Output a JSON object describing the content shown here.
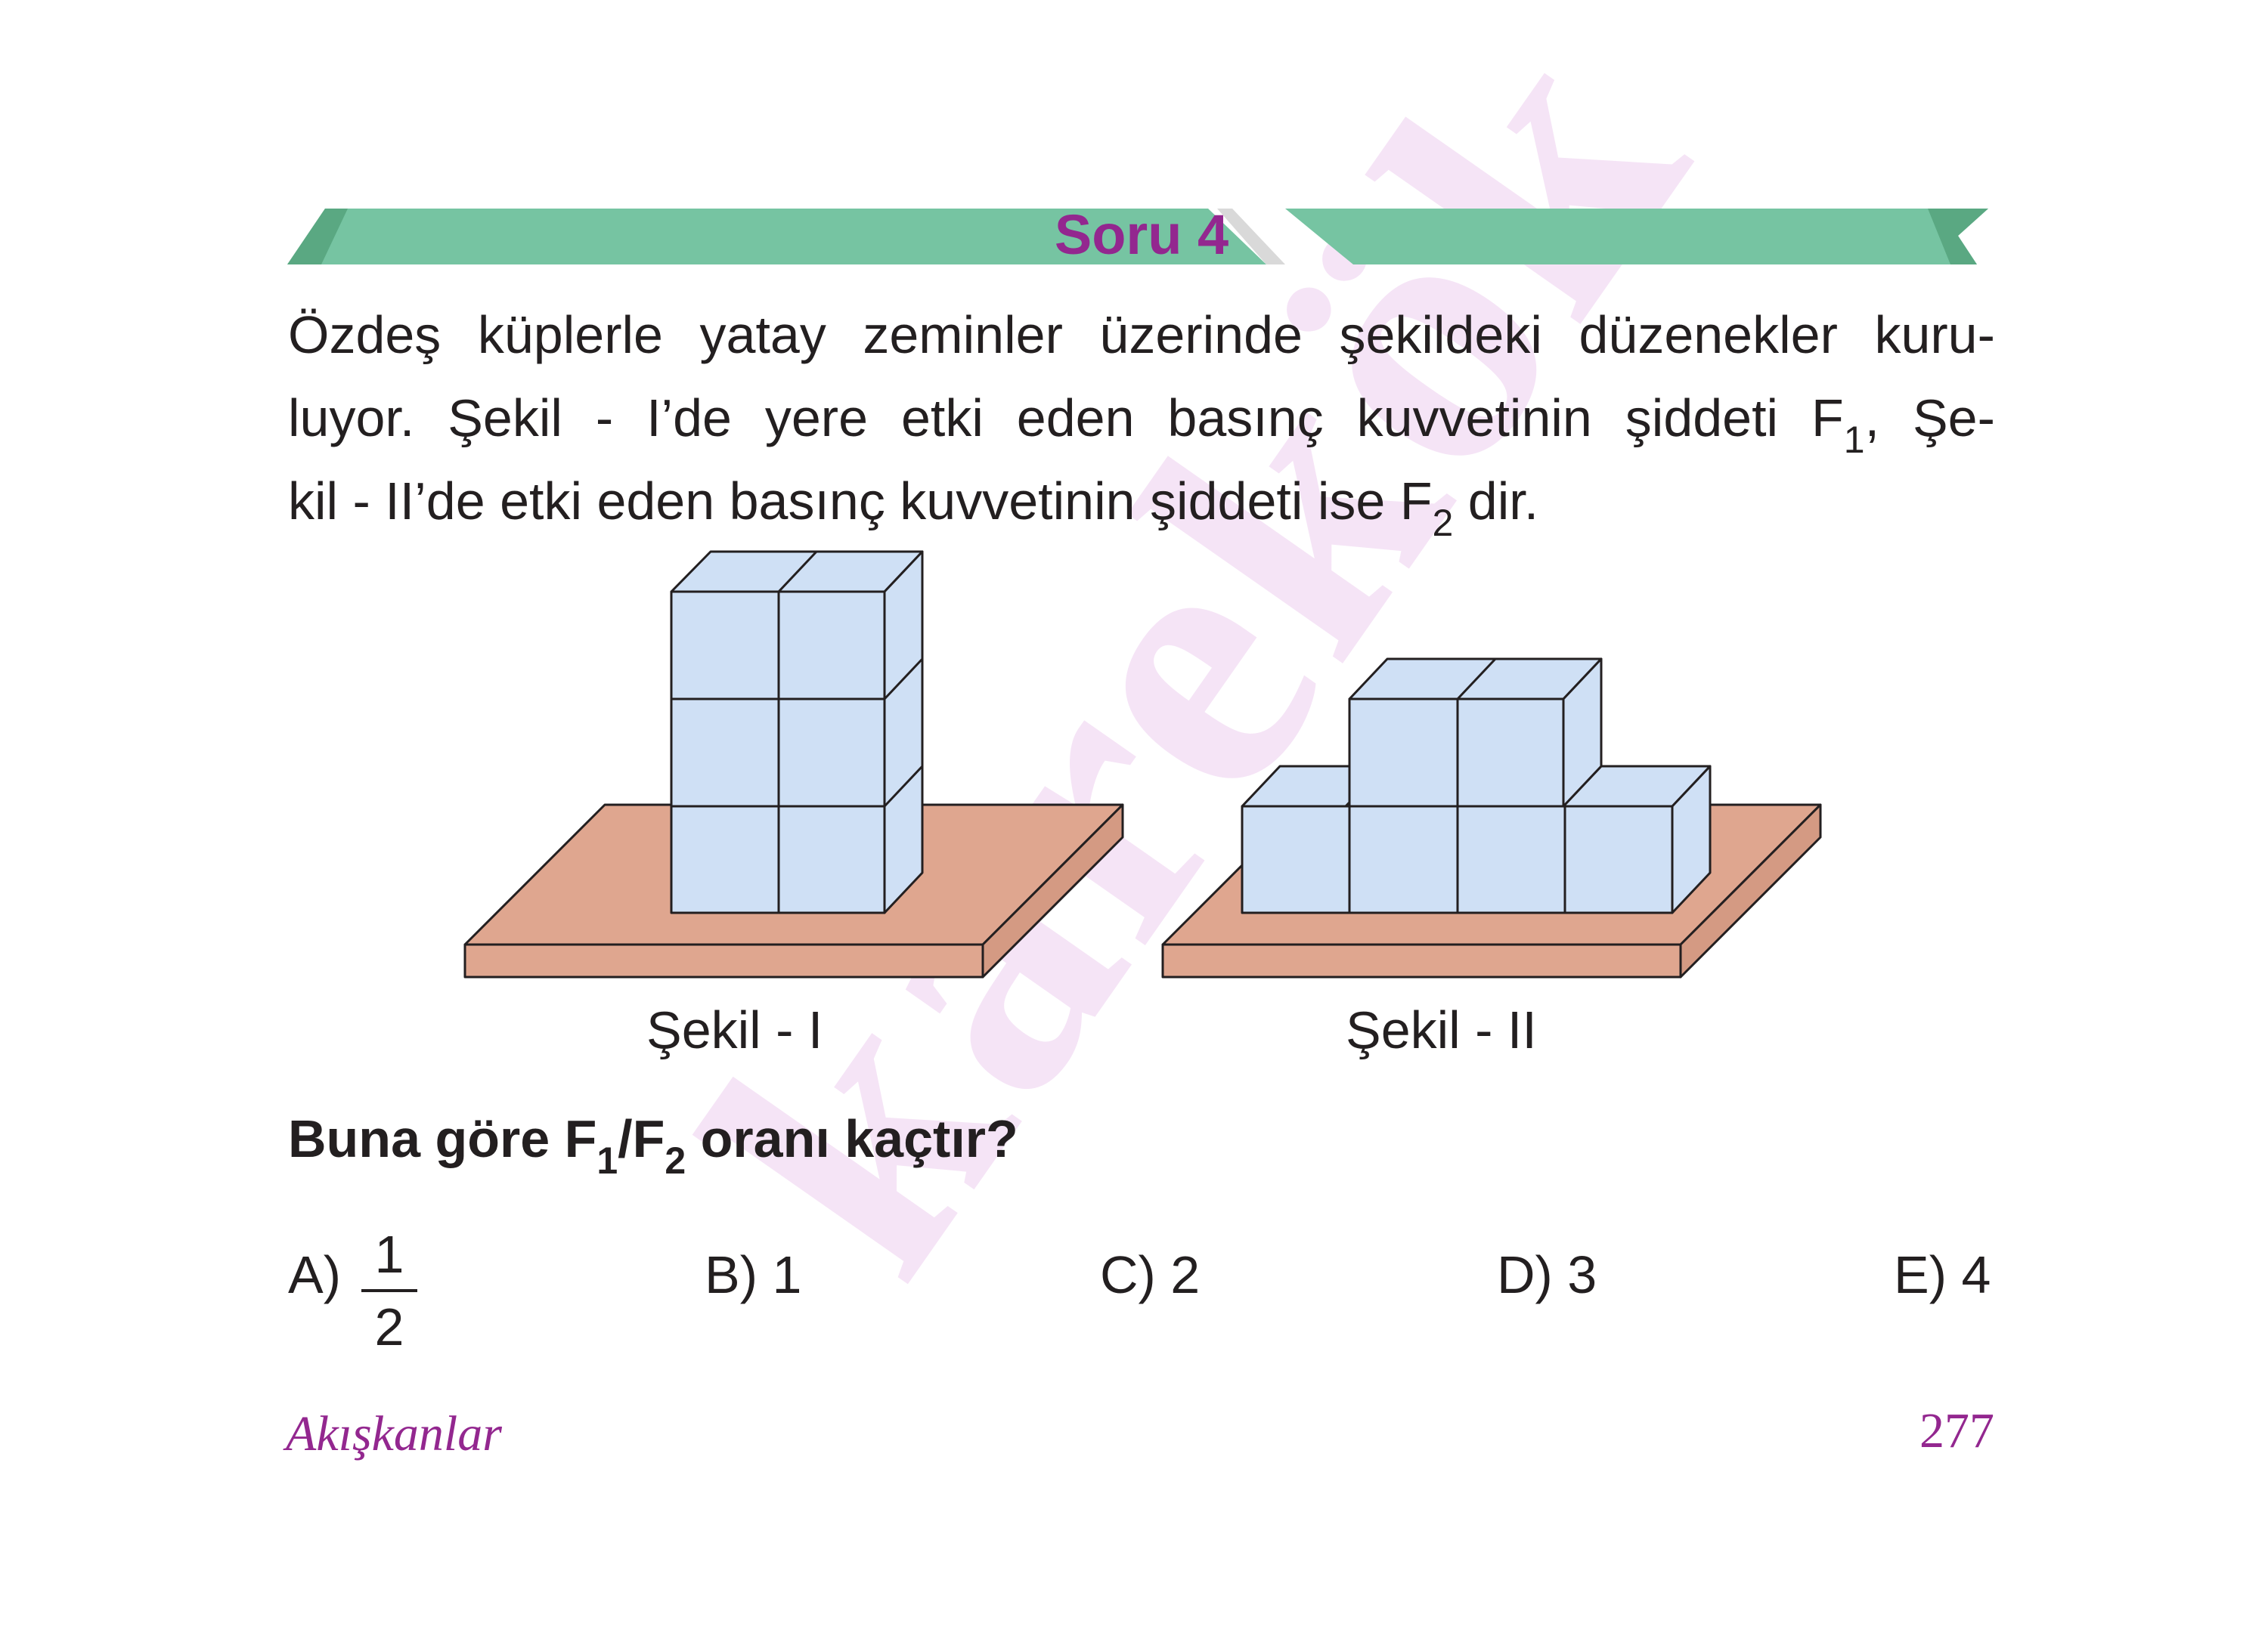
{
  "header": {
    "title": "Soru 4",
    "band_color": "#76c4a2",
    "title_color": "#93278f"
  },
  "intro": {
    "line1": [
      "Özdeş",
      "küplerle",
      "yatay",
      "zeminler",
      "üzerinde",
      "şekildeki",
      "düzenekler",
      "kuru-"
    ],
    "line2_a": [
      "luyor.",
      "Şekil",
      "-",
      "I’de",
      "yere",
      "etki",
      "eden",
      "basınç",
      "kuvvetinin",
      "şiddeti"
    ],
    "line2_f": "F",
    "line2_sub": "1",
    "line2_end": ",",
    "line2_last": "Şe-",
    "line3_start": "kil - II’de etki eden basınç kuvvetinin şiddeti ise F",
    "line3_sub": "2",
    "line3_end": " dir."
  },
  "figures": {
    "label_1": "Şekil - I",
    "label_2": "Şekil - II",
    "cube_color": "#cfe0f5",
    "platform_color": "#dfa68f"
  },
  "question": {
    "start": "Buna göre F",
    "sub1": "1",
    "mid": "/F",
    "sub2": "2",
    "end": " oranı kaçtır?"
  },
  "options": {
    "a_label": "A)",
    "a_num": "1",
    "a_den": "2",
    "b": "B) 1",
    "c": "C) 2",
    "d": "D) 3",
    "e": "E) 4"
  },
  "footer": {
    "subject": "Akışkanlar",
    "page": "277"
  },
  "watermark": "karekök"
}
